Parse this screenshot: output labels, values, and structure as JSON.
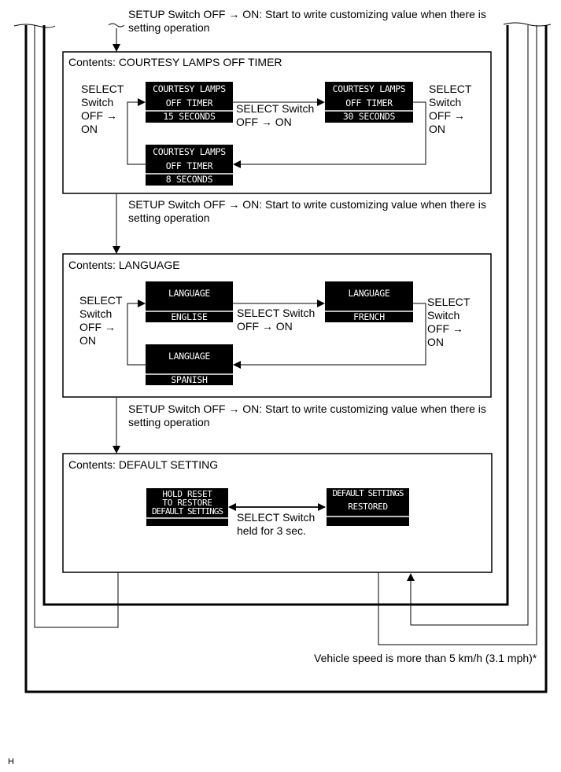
{
  "setup_note": {
    "line1": "SETUP Switch OFF → ON: Start to write customizing value when there is",
    "line2": "setting operation"
  },
  "select_lines": [
    "SELECT",
    "Switch",
    "OFF →",
    "ON"
  ],
  "select_mid": {
    "line1": "SELECT Switch",
    "line2": "OFF → ON"
  },
  "box1": {
    "title": "Contents: COURTESY LAMPS OFF TIMER",
    "displays": [
      {
        "l1": "COURTESY LAMPS",
        "l2": "OFF TIMER",
        "b": "15 SECONDS"
      },
      {
        "l1": "COURTESY LAMPS",
        "l2": "OFF TIMER",
        "b": "30 SECONDS"
      },
      {
        "l1": "COURTESY LAMPS",
        "l2": "OFF TIMER",
        "b": "8 SECONDS"
      }
    ]
  },
  "box2": {
    "title": "Contents: LANGUAGE",
    "displays": [
      {
        "l1": "LANGUAGE",
        "b": "ENGLISE"
      },
      {
        "l1": "LANGUAGE",
        "b": "FRENCH"
      },
      {
        "l1": "LANGUAGE",
        "b": "SPANISH"
      }
    ]
  },
  "box3": {
    "title": "Contents: DEFAULT SETTING",
    "displays": [
      {
        "l1": "HOLD  RESET",
        "l2": "TO RESTORE",
        "l3": "DEFAULT SETTINGS"
      },
      {
        "l1": "DEFAULT SETTINGS",
        "l2": "RESTORED"
      }
    ],
    "hold_note": {
      "line1": "SELECT Switch",
      "line2": "held for 3 sec."
    }
  },
  "speed_note": "Vehicle speed is more than 5 km/h (3.1 mph)*",
  "corner_label": "H"
}
